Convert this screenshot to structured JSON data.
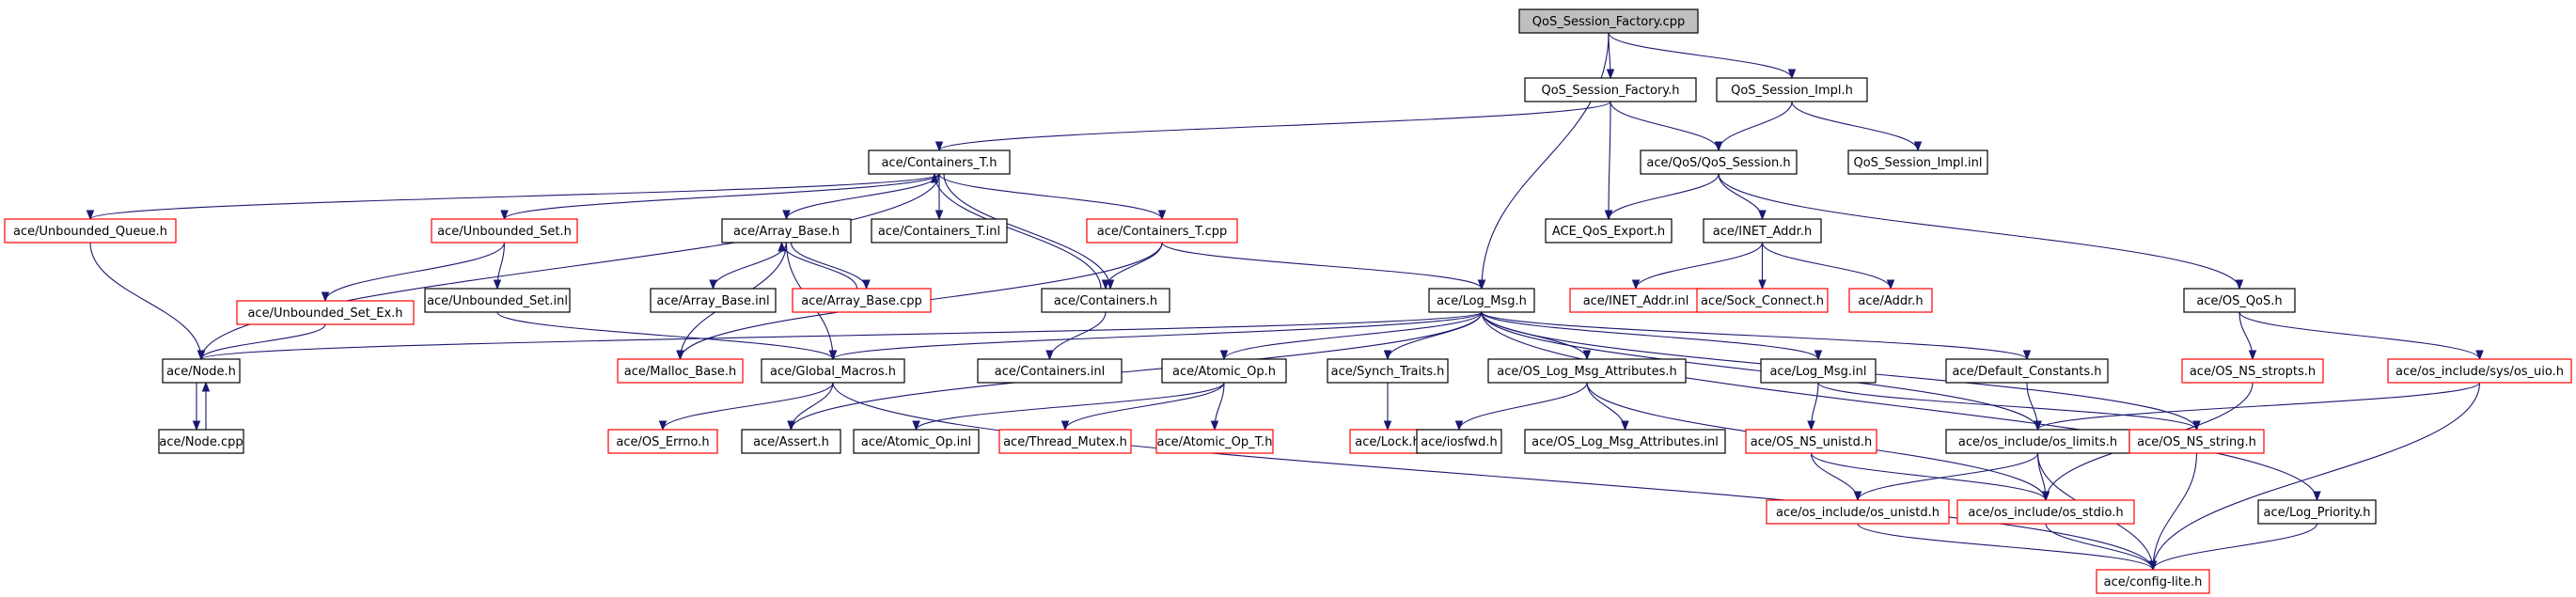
{
  "graph": {
    "colors": {
      "edge": "#191970",
      "border_found": "#000000",
      "border_missing": "#ff0000",
      "root_fill": "#bfbfbf",
      "fill": "#ffffff"
    },
    "nodes": [
      {
        "id": "n0",
        "label": "QoS_Session_Factory.cpp",
        "kind": "root"
      },
      {
        "id": "n1",
        "label": "QoS_Session_Factory.h",
        "kind": "found"
      },
      {
        "id": "n2",
        "label": "QoS_Session_Impl.h",
        "kind": "found"
      },
      {
        "id": "n3",
        "label": "ace/Containers_T.h",
        "kind": "found"
      },
      {
        "id": "n4",
        "label": "ace/QoS/QoS_Session.h",
        "kind": "found"
      },
      {
        "id": "n5",
        "label": "QoS_Session_Impl.inl",
        "kind": "found"
      },
      {
        "id": "n6",
        "label": "ace/Unbounded_Queue.h",
        "kind": "missing"
      },
      {
        "id": "n7",
        "label": "ace/Unbounded_Set.h",
        "kind": "missing"
      },
      {
        "id": "n8",
        "label": "ace/Array_Base.h",
        "kind": "found"
      },
      {
        "id": "n9",
        "label": "ace/Containers_T.inl",
        "kind": "found"
      },
      {
        "id": "n10",
        "label": "ace/Containers_T.cpp",
        "kind": "missing"
      },
      {
        "id": "n11",
        "label": "ACE_QoS_Export.h",
        "kind": "found"
      },
      {
        "id": "n12",
        "label": "ace/INET_Addr.h",
        "kind": "found"
      },
      {
        "id": "n13",
        "label": "ace/Unbounded_Set_Ex.h",
        "kind": "missing"
      },
      {
        "id": "n14",
        "label": "ace/Unbounded_Set.inl",
        "kind": "found"
      },
      {
        "id": "n15",
        "label": "ace/Array_Base.inl",
        "kind": "found"
      },
      {
        "id": "n16",
        "label": "ace/Array_Base.cpp",
        "kind": "missing"
      },
      {
        "id": "n17",
        "label": "ace/Containers.h",
        "kind": "found"
      },
      {
        "id": "n18",
        "label": "ace/Log_Msg.h",
        "kind": "found"
      },
      {
        "id": "n19",
        "label": "ace/INET_Addr.inl",
        "kind": "missing"
      },
      {
        "id": "n20",
        "label": "ace/Sock_Connect.h",
        "kind": "missing"
      },
      {
        "id": "n21",
        "label": "ace/Addr.h",
        "kind": "missing"
      },
      {
        "id": "n22",
        "label": "ace/OS_QoS.h",
        "kind": "found"
      },
      {
        "id": "n23",
        "label": "ace/Node.h",
        "kind": "found"
      },
      {
        "id": "n24",
        "label": "ace/Malloc_Base.h",
        "kind": "missing"
      },
      {
        "id": "n25",
        "label": "ace/Global_Macros.h",
        "kind": "found"
      },
      {
        "id": "n26",
        "label": "ace/Containers.inl",
        "kind": "found"
      },
      {
        "id": "n27",
        "label": "ace/Atomic_Op.h",
        "kind": "found"
      },
      {
        "id": "n28",
        "label": "ace/Synch_Traits.h",
        "kind": "found"
      },
      {
        "id": "n29",
        "label": "ace/OS_Log_Msg_Attributes.h",
        "kind": "found"
      },
      {
        "id": "n30",
        "label": "ace/Log_Msg.inl",
        "kind": "found"
      },
      {
        "id": "n31",
        "label": "ace/Default_Constants.h",
        "kind": "found"
      },
      {
        "id": "n32",
        "label": "ace/OS_NS_stropts.h",
        "kind": "missing"
      },
      {
        "id": "n33",
        "label": "ace/os_include/sys/os_uio.h",
        "kind": "missing"
      },
      {
        "id": "n34",
        "label": "ace/Node.cpp",
        "kind": "found"
      },
      {
        "id": "n35",
        "label": "ace/OS_Errno.h",
        "kind": "missing"
      },
      {
        "id": "n36",
        "label": "ace/Assert.h",
        "kind": "found"
      },
      {
        "id": "n37",
        "label": "ace/Atomic_Op.inl",
        "kind": "found"
      },
      {
        "id": "n38",
        "label": "ace/Thread_Mutex.h",
        "kind": "missing"
      },
      {
        "id": "n39",
        "label": "ace/Atomic_Op_T.h",
        "kind": "missing"
      },
      {
        "id": "n40",
        "label": "ace/Lock.h",
        "kind": "missing"
      },
      {
        "id": "n41",
        "label": "ace/iosfwd.h",
        "kind": "found"
      },
      {
        "id": "n42",
        "label": "ace/OS_Log_Msg_Attributes.inl",
        "kind": "found"
      },
      {
        "id": "n43",
        "label": "ace/OS_NS_unistd.h",
        "kind": "missing"
      },
      {
        "id": "n44",
        "label": "ace/os_include/os_limits.h",
        "kind": "found"
      },
      {
        "id": "n45",
        "label": "ace/OS_NS_string.h",
        "kind": "missing"
      },
      {
        "id": "n46",
        "label": "ace/os_include/os_unistd.h",
        "kind": "missing"
      },
      {
        "id": "n47",
        "label": "ace/os_include/os_stdio.h",
        "kind": "missing"
      },
      {
        "id": "n48",
        "label": "ace/Log_Priority.h",
        "kind": "found"
      },
      {
        "id": "n49",
        "label": "ace/config-lite.h",
        "kind": "missing"
      }
    ],
    "edges": [
      [
        "n0",
        "n1"
      ],
      [
        "n0",
        "n2"
      ],
      [
        "n0",
        "n18"
      ],
      [
        "n1",
        "n3"
      ],
      [
        "n1",
        "n4"
      ],
      [
        "n1",
        "n11"
      ],
      [
        "n2",
        "n4"
      ],
      [
        "n2",
        "n5"
      ],
      [
        "n3",
        "n6"
      ],
      [
        "n3",
        "n7"
      ],
      [
        "n3",
        "n8"
      ],
      [
        "n3",
        "n9"
      ],
      [
        "n3",
        "n10"
      ],
      [
        "n3",
        "n23"
      ],
      [
        "n3",
        "n17"
      ],
      [
        "n4",
        "n11"
      ],
      [
        "n4",
        "n12"
      ],
      [
        "n4",
        "n22"
      ],
      [
        "n6",
        "n23"
      ],
      [
        "n7",
        "n13"
      ],
      [
        "n7",
        "n14"
      ],
      [
        "n8",
        "n15"
      ],
      [
        "n8",
        "n16"
      ],
      [
        "n8",
        "n24"
      ],
      [
        "n8",
        "n25"
      ],
      [
        "n10",
        "n17"
      ],
      [
        "n10",
        "n18"
      ],
      [
        "n10",
        "n24"
      ],
      [
        "n12",
        "n19"
      ],
      [
        "n12",
        "n20"
      ],
      [
        "n12",
        "n21"
      ],
      [
        "n13",
        "n23"
      ],
      [
        "n14",
        "n25"
      ],
      [
        "n16",
        "n8"
      ],
      [
        "n17",
        "n3"
      ],
      [
        "n17",
        "n26"
      ],
      [
        "n18",
        "n25"
      ],
      [
        "n18",
        "n23"
      ],
      [
        "n18",
        "n27"
      ],
      [
        "n18",
        "n28"
      ],
      [
        "n18",
        "n29"
      ],
      [
        "n18",
        "n30"
      ],
      [
        "n18",
        "n31"
      ],
      [
        "n18",
        "n36"
      ],
      [
        "n18",
        "n44"
      ],
      [
        "n18",
        "n45"
      ],
      [
        "n18",
        "n48"
      ],
      [
        "n22",
        "n32"
      ],
      [
        "n22",
        "n33"
      ],
      [
        "n23",
        "n34"
      ],
      [
        "n34",
        "n23"
      ],
      [
        "n25",
        "n35"
      ],
      [
        "n25",
        "n36"
      ],
      [
        "n25",
        "n49"
      ],
      [
        "n27",
        "n37"
      ],
      [
        "n27",
        "n38"
      ],
      [
        "n27",
        "n39"
      ],
      [
        "n28",
        "n40"
      ],
      [
        "n29",
        "n41"
      ],
      [
        "n29",
        "n42"
      ],
      [
        "n29",
        "n47"
      ],
      [
        "n30",
        "n43"
      ],
      [
        "n30",
        "n45"
      ],
      [
        "n31",
        "n44"
      ],
      [
        "n32",
        "n47"
      ],
      [
        "n33",
        "n44"
      ],
      [
        "n33",
        "n49"
      ],
      [
        "n43",
        "n46"
      ],
      [
        "n43",
        "n47"
      ],
      [
        "n44",
        "n46"
      ],
      [
        "n44",
        "n47"
      ],
      [
        "n44",
        "n49"
      ],
      [
        "n45",
        "n49"
      ],
      [
        "n46",
        "n49"
      ],
      [
        "n47",
        "n49"
      ],
      [
        "n48",
        "n49"
      ]
    ]
  }
}
